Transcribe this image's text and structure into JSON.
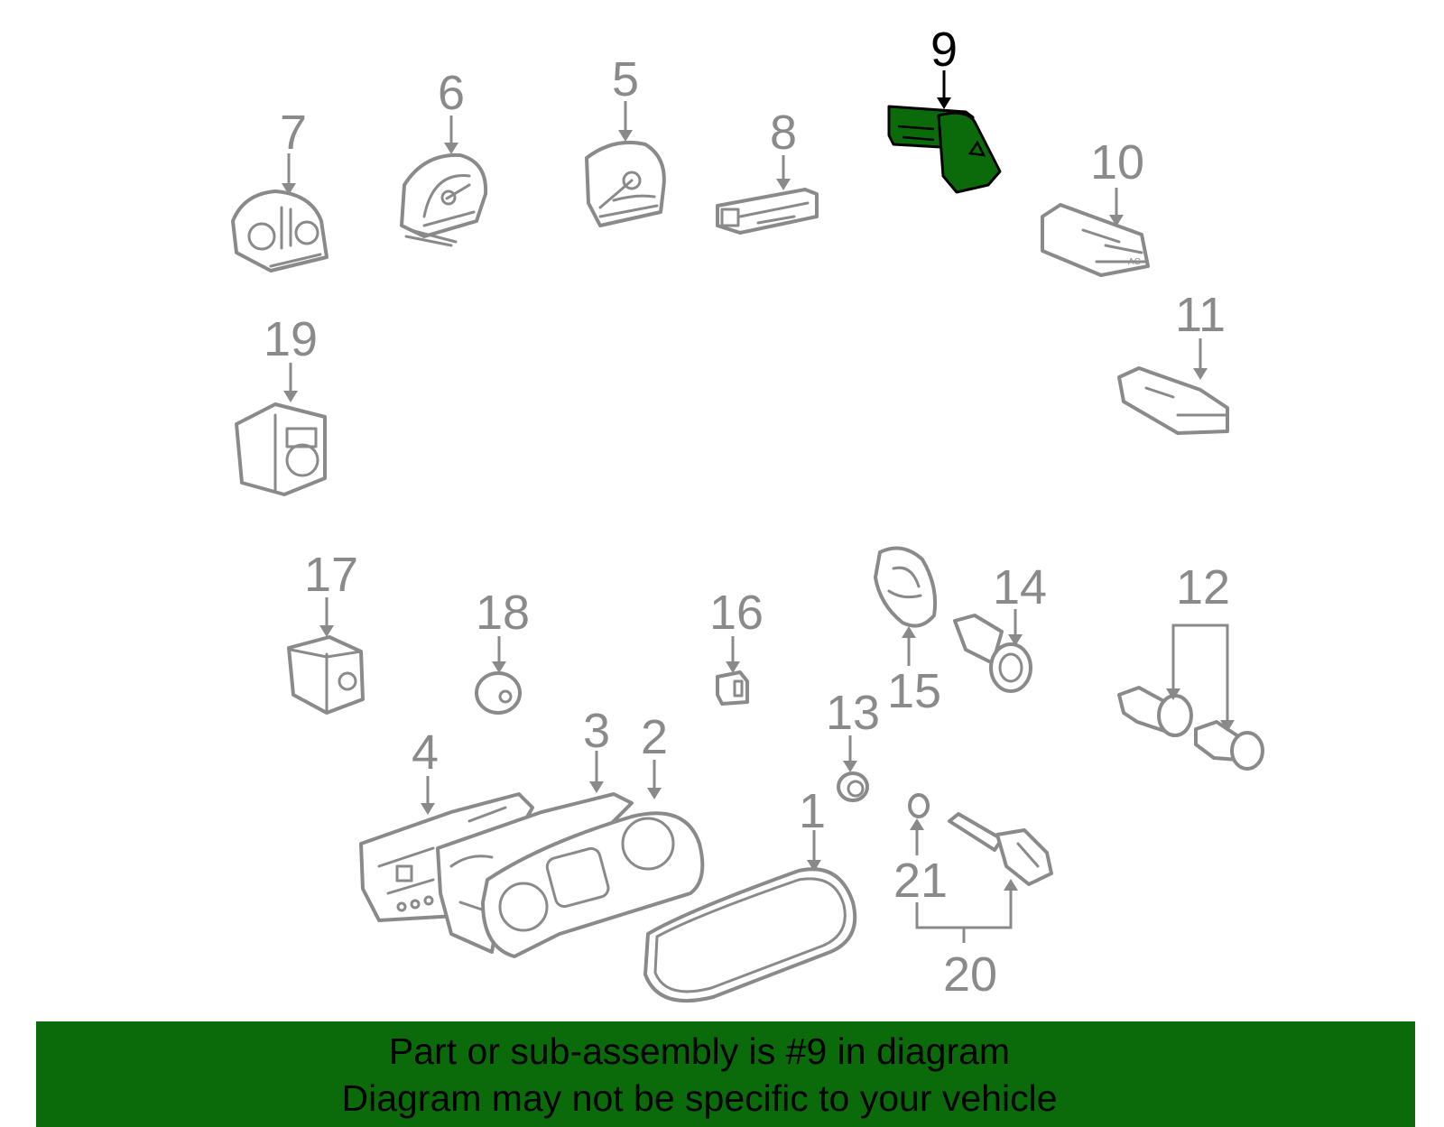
{
  "diagram": {
    "highlighted_part": "9",
    "callouts": [
      "1",
      "2",
      "3",
      "4",
      "5",
      "6",
      "7",
      "8",
      "9",
      "10",
      "11",
      "12",
      "13",
      "14",
      "15",
      "16",
      "17",
      "18",
      "19",
      "20",
      "21"
    ]
  },
  "banner": {
    "line1": "Part or sub-assembly is #9 in diagram",
    "line2": "Diagram may not be specific to your vehicle"
  },
  "colors": {
    "highlight": "#0b6b0b",
    "part_outline": "#8a8a8a"
  }
}
